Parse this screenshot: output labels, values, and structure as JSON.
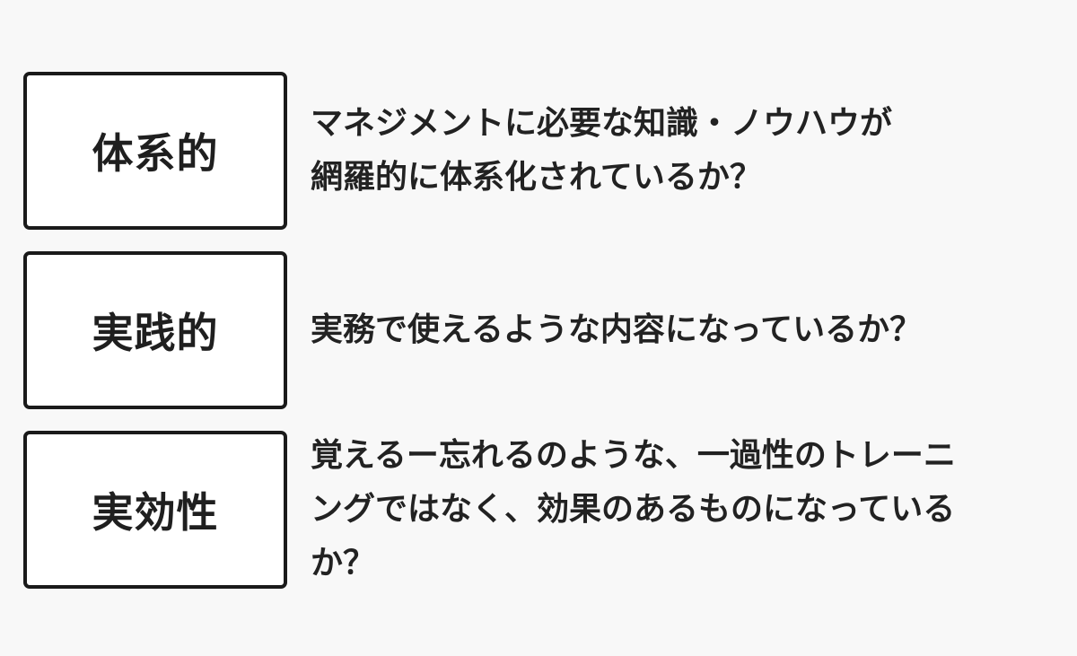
{
  "items": [
    {
      "label": "体系的",
      "description": "マネジメントに必要な知識・ノウハウが\n網羅的に体系化されているか？"
    },
    {
      "label": "実践的",
      "description": "実務で使えるような内容になっているか？"
    },
    {
      "label": "実効性",
      "description": "覚えるー忘れるのような、一過性のトレーニ\nングではなく、効果のあるものになっている\nか？"
    }
  ],
  "colors": {
    "background": "#f8f8f8",
    "box_border": "#1a1a1a",
    "box_fill": "#ffffff",
    "text": "#222222"
  }
}
